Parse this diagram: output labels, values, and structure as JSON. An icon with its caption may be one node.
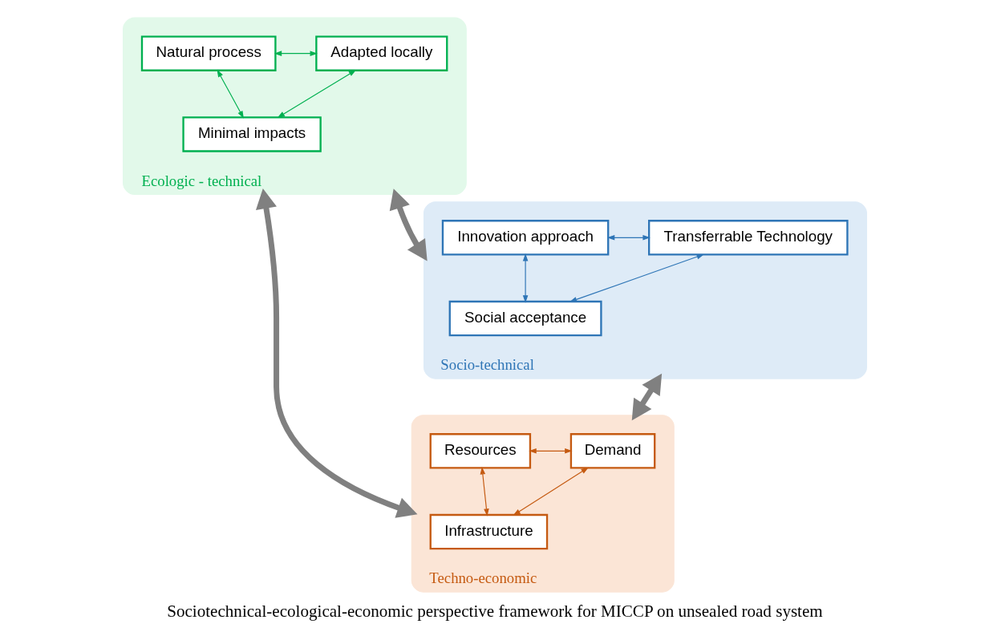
{
  "diagram": {
    "title": "Sociotechnical-ecological-economic perspective framework for MICCP on unsealed road system",
    "nodes": [
      {
        "text": [
          "Ecologic - technical"
        ]
      },
      {
        "text": [
          "Natural process"
        ],
        "in": 0
      },
      {
        "text": [
          "Adapted locally"
        ],
        "in": 0
      },
      {
        "text": [
          "Minimal impacts"
        ],
        "in": 0
      },
      {
        "text": [
          "Techno-economic"
        ]
      },
      {
        "text": [
          "Resources"
        ],
        "in": 4
      },
      {
        "text": [
          "Demand"
        ],
        "in": 4
      },
      {
        "text": [
          "Infrastructure"
        ],
        "in": 4
      },
      {
        "text": [
          "Socio-technical"
        ]
      },
      {
        "text": [
          "Innovation approach"
        ],
        "in": 8
      },
      {
        "text": [
          "Transferrable Technology"
        ],
        "in": 8
      },
      {
        "text": [
          "Social acceptance"
        ],
        "in": 8
      }
    ],
    "edges": [
      {
        "from": 1,
        "to": 2,
        "arrow": "both",
        "color": "#00b050"
      },
      {
        "from": 1,
        "to": 3,
        "arrow": "both",
        "color": "#00b050"
      },
      {
        "from": 2,
        "to": 3,
        "arrow": "both",
        "color": "#00b050"
      },
      {
        "from": 5,
        "to": 6,
        "arrow": "both",
        "color": "#c55a11"
      },
      {
        "from": 5,
        "to": 7,
        "arrow": "both",
        "color": "#c55a11"
      },
      {
        "from": 6,
        "to": 7,
        "arrow": "both",
        "color": "#c55a11"
      },
      {
        "from": 9,
        "to": 10,
        "arrow": "both",
        "color": "#2e75b6"
      },
      {
        "from": 9,
        "to": 11,
        "arrow": "both",
        "color": "#2e75b6"
      },
      {
        "from": 10,
        "to": 11,
        "arrow": "both",
        "color": "#2e75b6"
      },
      {
        "from": 0,
        "to": 4,
        "arrow": "both",
        "style": "thick",
        "color": "#808080"
      },
      {
        "from": 0,
        "to": 8,
        "arrow": "both",
        "style": "thick",
        "color": "#808080"
      },
      {
        "from": 8,
        "to": 4,
        "arrow": "both",
        "style": "thick",
        "color": "#808080"
      }
    ]
  }
}
